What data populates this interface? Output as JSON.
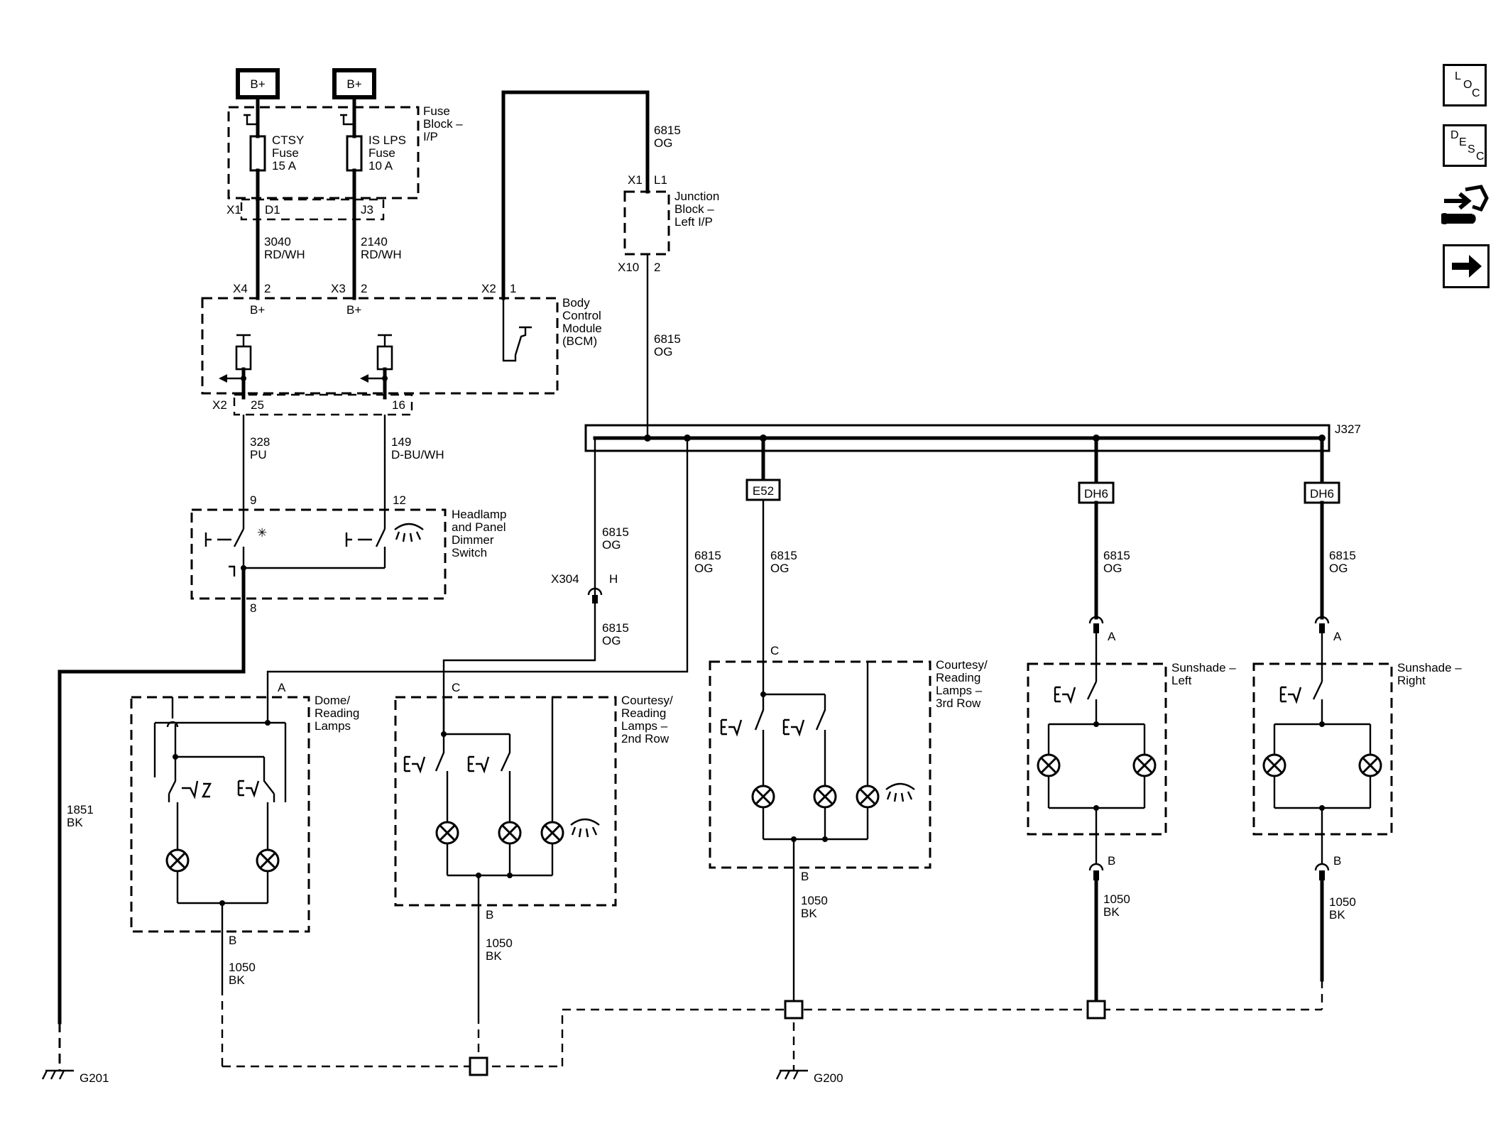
{
  "power": {
    "bplus_1": "B+",
    "bplus_2": "B+"
  },
  "fuse_block": {
    "label_1": "Fuse",
    "label_2": "Block –",
    "label_3": "I/P",
    "fuse1": {
      "name": "CTSY",
      "type": "Fuse",
      "rating": "15 A"
    },
    "fuse2": {
      "name": "IS LPS",
      "type": "Fuse",
      "rating": "10 A"
    },
    "conn_x1": "X1",
    "pin_d1": "D1",
    "pin_j3": "J3"
  },
  "wires": {
    "w3040_num": "3040",
    "w3040_color": "RD/WH",
    "w2140_num": "2140",
    "w2140_color": "RD/WH",
    "w6815_num": "6815",
    "w6815_color": "OG",
    "w328_num": "328",
    "w328_color": "PU",
    "w149_num": "149",
    "w149_color": "D-BU/WH",
    "w1851_num": "1851",
    "w1851_color": "BK",
    "w1050_num": "1050",
    "w1050_color": "BK"
  },
  "bcm": {
    "label_1": "Body",
    "label_2": "Control",
    "label_3": "Module",
    "label_4": "(BCM)",
    "conn_x4": "X4",
    "pin_x4": "2",
    "conn_x3": "X3",
    "pin_x3": "2",
    "conn_x2_top": "X2",
    "pin_x2_top": "1",
    "bplus_a": "B+",
    "bplus_b": "B+",
    "conn_x2_bottom": "X2",
    "pin_25": "25",
    "pin_16": "16"
  },
  "junction_block": {
    "label_1": "Junction",
    "label_2": "Block –",
    "label_3": "Left I/P",
    "conn_x1": "X1",
    "pin_l1": "L1",
    "conn_x10": "X10",
    "pin_2": "2"
  },
  "splice": {
    "name": "J327"
  },
  "options": {
    "e52": "E52",
    "dh6_left": "DH6",
    "dh6_right": "DH6"
  },
  "headlamp_switch": {
    "label_1": "Headlamp",
    "label_2": "and Panel",
    "label_3": "Dimmer",
    "label_4": "Switch",
    "pin_9": "9",
    "pin_12": "12",
    "pin_8": "8"
  },
  "connectors": {
    "x304": "X304",
    "x304_pin": "H"
  },
  "dome": {
    "label_1": "Dome/",
    "label_2": "Reading",
    "label_3": "Lamps",
    "pin_a": "A",
    "pin_b": "B"
  },
  "row2": {
    "label_1": "Courtesy/",
    "label_2": "Reading",
    "label_3": "Lamps –",
    "label_4": "2nd Row",
    "pin_c": "C",
    "pin_b": "B"
  },
  "row3": {
    "label_1": "Courtesy/",
    "label_2": "Reading",
    "label_3": "Lamps –",
    "label_4": "3rd Row",
    "pin_c": "C",
    "pin_b": "B"
  },
  "sunshade_left": {
    "label_1": "Sunshade –",
    "label_2": "Left",
    "pin_a": "A",
    "pin_b": "B"
  },
  "sunshade_right": {
    "label_1": "Sunshade –",
    "label_2": "Right",
    "pin_a": "A",
    "pin_b": "B"
  },
  "grounds": {
    "g201": "G201",
    "g200": "G200"
  },
  "nav": {
    "loc_l": "L",
    "loc_o": "O",
    "loc_c": "C",
    "desc_d": "D",
    "desc_e": "E",
    "desc_s": "S",
    "desc_c": "C"
  }
}
